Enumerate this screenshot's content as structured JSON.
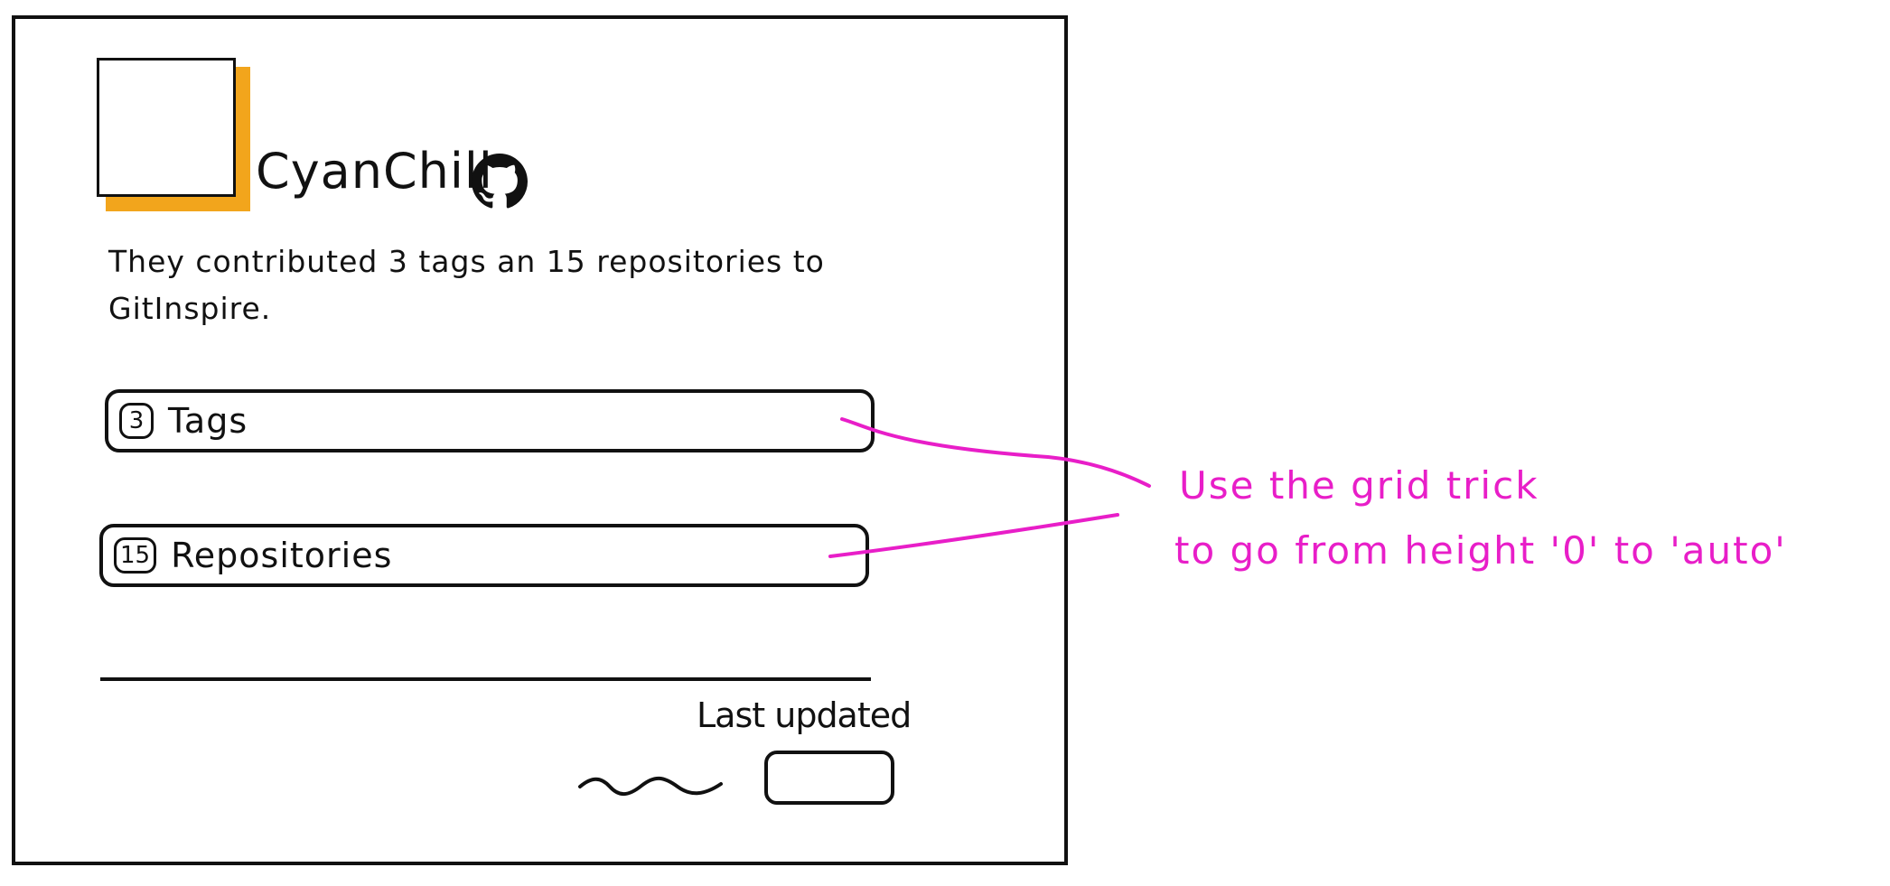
{
  "profile": {
    "username": "CyanChill",
    "description": "They contributed 3 tags an 15 repositories to GitInspire."
  },
  "sections": [
    {
      "count": "3",
      "label": "Tags"
    },
    {
      "count": "15",
      "label": "Repositories"
    }
  ],
  "footer": {
    "last_updated_label": "Last updated"
  },
  "annotation": {
    "line1": "Use the grid trick",
    "line2": "to go from height '0' to 'auto'"
  },
  "icons": {
    "profile_link": "github-icon"
  },
  "colors": {
    "avatar_accent": "#f2a51c",
    "annotation": "#e81ec8",
    "ink": "#111111"
  }
}
